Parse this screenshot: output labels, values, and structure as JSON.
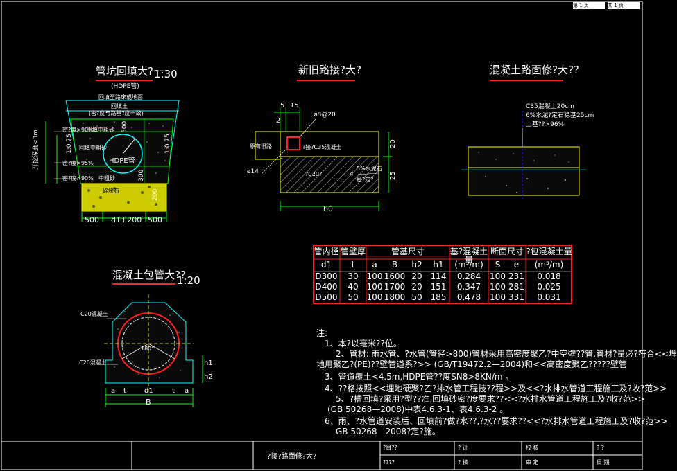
{
  "page_index": {
    "left": "第 1 页",
    "right": "共 1 页"
  },
  "drawings": {
    "pit": {
      "title": "管坑回填大?一",
      "scale": "1:30",
      "sub": "(HDPE管)",
      "labels": {
        "top": "回填至路床或地面",
        "backfill": "回填土",
        "density_note": "(密?度与路基?度一致)",
        "density90a": "密?度>90%",
        "medium_sand_top": "回填中粗砂",
        "medium_sand_mid": "回填中粗砂",
        "density95": "密?度>95%",
        "density90b": "密?度>90%",
        "medium_sand_bottom": "中粗砂",
        "gravel": "碎块石",
        "pipe": "HDPE管",
        "depth": "开挖深度<3m",
        "slope_left": "1:0.75",
        "slope_right": "1:0.75",
        "dim_500a": "500",
        "dim_middle": "d1+200",
        "dim_500b": "500",
        "dim_v500": "500",
        "dim_v300": "300",
        "dim_v200": "200"
      }
    },
    "joint": {
      "title": "新旧路接?大?",
      "labels": {
        "d5": "5",
        "d15": "15",
        "d2": "2",
        "rebar": "ø8@20",
        "old_road": "原有旧路",
        "new": "?接?C35混凝土",
        "c20": "?C20?",
        "cement": "5%水泥石",
        "stable": "稳?定?",
        "d4": "4",
        "d14": "ø14",
        "h20": "20",
        "h25": "25",
        "w60": "60"
      }
    },
    "repair": {
      "title": "混凝土路面修?大??",
      "labels": {
        "l1": "C35混凝土20cm",
        "l2": "6%水泥?定石稳基25cm",
        "l3": "土基??>96%"
      }
    },
    "encase": {
      "title": "混凝土包管大??",
      "scale": "1:20",
      "labels": {
        "c20_top": "C20混凝土",
        "c20_bottom": "C20混凝土",
        "angle": "180°",
        "h1": "h1",
        "h2": "h2",
        "a_left": "a",
        "t_left": "t",
        "d1": "d1",
        "t_right": "t",
        "a_right": "a",
        "B": "B"
      }
    }
  },
  "table": {
    "headers_top": [
      "管内径",
      "管壁厚",
      "管基尺寸",
      "基?混凝土量",
      "断面尺寸",
      "?包混凝土量"
    ],
    "headers_sub": [
      "d1",
      "t",
      "a",
      "B",
      "h2",
      "h1",
      "(m³/m)",
      "S",
      "e",
      "(m³/m)"
    ],
    "rows": [
      [
        "D300",
        "30",
        "100",
        "1600",
        "20",
        "114",
        "0.284",
        "100",
        "231",
        "0.018"
      ],
      [
        "D400",
        "40",
        "100",
        "1700",
        "20",
        "151",
        "0.347",
        "100",
        "281",
        "0.025"
      ],
      [
        "D500",
        "50",
        "100",
        "1800",
        "50",
        "185",
        "0.478",
        "100",
        "331",
        "0.031"
      ]
    ]
  },
  "notes": [
    "注:",
    "1、本?以毫米??位。",
    "2、管材: 雨水管、?水管(管径>800)管材采用高密度聚乙?中空壁??管,管材?量必?符合<<埋",
    "地用聚乙?(PE)??壁管道系?>> (GB/T19472.2—2004)和<<高密度聚乙?????壁管",
    "3、管道覆土<4.5m,HDPE管??度SN8>8KN/m 。",
    "4、??格按照<<埋地硬聚?乙?排水管工程技??程>>及<<?水排水管道工程施工及?收?范>>",
    "5、?槽回填?采用?型??准,回填砂密?度要求??<<?水排水管道工程施工及?收?范>>",
    "(GB 50268—2008)中表4.6.3-1、表4.6.3-2 。",
    "6、雨、?水管道安装后、回填前?做?水??,?水??要求??<<?水排水管道工程施工及?收?范>>",
    "GB 50268—2008?定?施。"
  ],
  "titleblock": {
    "drawing_name": "?接?路面修?大?",
    "c1": "?目??",
    "c2": "????",
    "c3": "? 计",
    "c4": "? 核",
    "c5": "校 核",
    "c6": "审 定",
    "c7": "? ?",
    "c8": "日 期"
  },
  "colors": {
    "green": "#00ff00",
    "cyan": "#00ffff",
    "yellow": "#ffff00",
    "red": "#ff2020",
    "blue": "#2020ff",
    "white": "#ffffff"
  }
}
